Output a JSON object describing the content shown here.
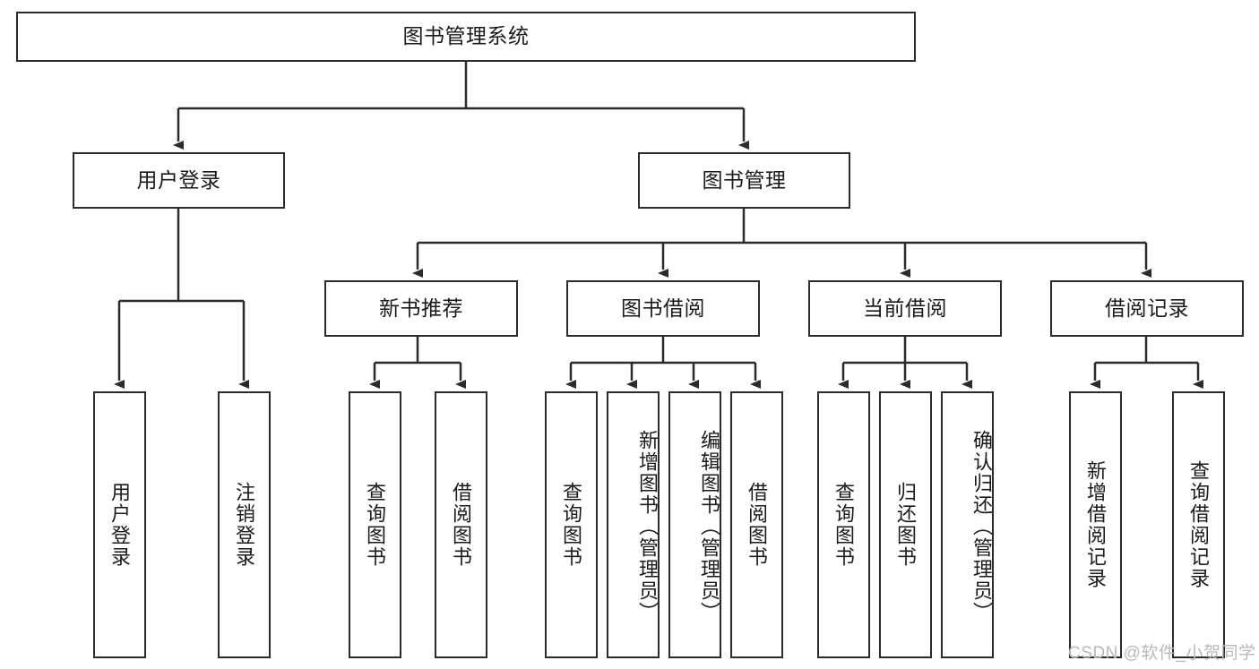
{
  "diagram": {
    "title": "图书管理系统",
    "type": "hierarchy-tree",
    "watermark": "CSDN @软件_小贺同学",
    "colors": {
      "stroke": "#2b2b2b",
      "fill": "#ffffff",
      "text": "#1a1a1a",
      "watermark": "#b9b9b9"
    },
    "levels": {
      "root": {
        "label": "图书管理系统"
      },
      "level2": [
        {
          "label": "用户登录"
        },
        {
          "label": "图书管理"
        }
      ],
      "level3": [
        {
          "label": "新书推荐"
        },
        {
          "label": "图书借阅"
        },
        {
          "label": "当前借阅"
        },
        {
          "label": "借阅记录"
        }
      ],
      "leaves": {
        "user_login": [
          {
            "label": "用户登录"
          },
          {
            "label": "注销登录"
          }
        ],
        "new_book_recommend": [
          {
            "label": "查询图书"
          },
          {
            "label": "借阅图书"
          }
        ],
        "book_borrow": [
          {
            "label": "查询图书"
          },
          {
            "label": "新增图书（管理员）"
          },
          {
            "label": "编辑图书（管理员）"
          },
          {
            "label": "借阅图书"
          }
        ],
        "current_borrow": [
          {
            "label": "查询图书"
          },
          {
            "label": "归还图书"
          },
          {
            "label": "确认归还（管理员）"
          }
        ],
        "borrow_records": [
          {
            "label": "新增借阅记录"
          },
          {
            "label": "查询借阅记录"
          }
        ]
      }
    }
  }
}
